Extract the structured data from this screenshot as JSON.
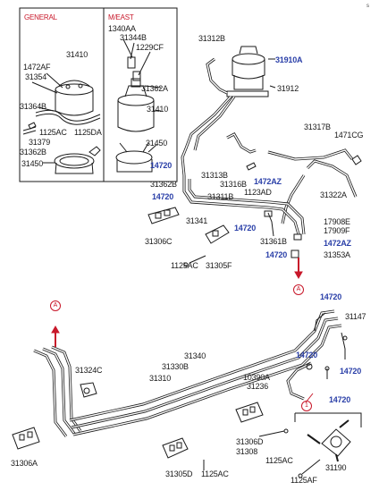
{
  "panels": {
    "general": "GENERAL",
    "middle_east": "M/EAST"
  },
  "callouts": {
    "circle_a": "A",
    "circle_1": "1"
  },
  "page_mark": "s",
  "part_labels": {
    "p31410_general": "31410",
    "p1472AF": "1472AF",
    "p31354": "31354",
    "p31364B": "31364B",
    "p1125AC_general": "1125AC",
    "p1125DA": "1125DA",
    "p31379": "31379",
    "p31362B_general": "31362B",
    "p31450_general": "31450",
    "p1340AA": "1340AA",
    "p31344B": "31344B",
    "p1229CF": "1229CF",
    "p31362A": "31362A",
    "p31410_meast": "31410",
    "p31450_meast": "31450",
    "p31312B": "31312B",
    "p31910A": "31910A",
    "p31912": "31912",
    "p31317B": "31317B",
    "p1471CG": "1471CG",
    "p14720_a": "14720",
    "p31362B": "31362B",
    "p31313B": "31313B",
    "p31316B": "31316B",
    "p14720_b": "14720",
    "p1472AZ_a": "1472AZ",
    "p1123AD": "1123AD",
    "p31322A": "31322A",
    "p31311B": "31311B",
    "p31341": "31341",
    "p31306C": "31306C",
    "p14720_c": "14720",
    "p17908E": "17908E",
    "p17909F": "17909F",
    "p31361B": "31361B",
    "p1472AZ_b": "1472AZ",
    "p14720_d": "14720",
    "p31353A": "31353A",
    "p1125AC_mid": "1125AC",
    "p31305F": "31305F",
    "p14720_e": "14720",
    "p31147": "31147",
    "p31324C": "31324C",
    "p31340": "31340",
    "p31330B": "31330B",
    "p31310": "31310",
    "p14720_f": "14720",
    "p14720_g": "14720",
    "p10390A": "10390A",
    "p31236": "31236",
    "p14720_h": "14720",
    "p31306A": "31306A",
    "p31306D": "31306D",
    "p31308": "31308",
    "p1125AC_low": "1125AC",
    "p31305D": "31305D",
    "p1125AC_bot": "1125AC",
    "p1125AF": "1125AF",
    "p31190": "31190"
  },
  "colors": {
    "line": "#1a1a1a",
    "part_number_blue": "#2a3fa8",
    "callout_red": "#c8182a"
  }
}
